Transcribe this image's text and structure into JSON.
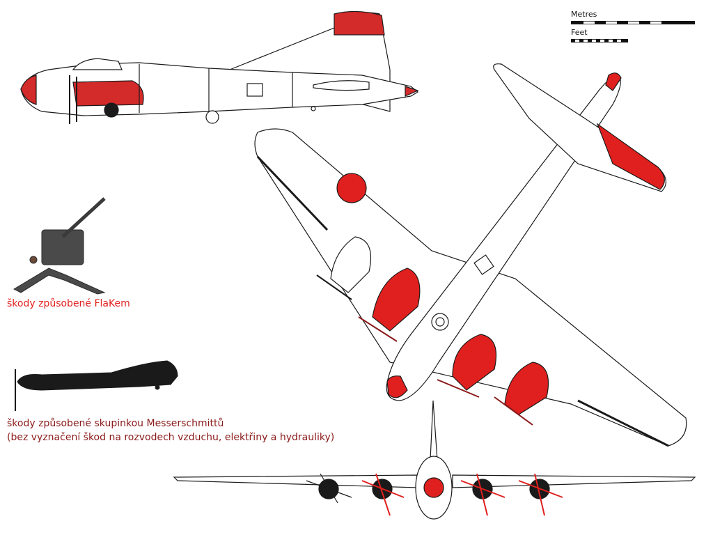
{
  "scale_bar": {
    "metres_label": "Metres",
    "feet_label": "Feet"
  },
  "legend": {
    "flak_damage": "škody způsobené FlaKem",
    "messerschmitt_damage_line1": "škody způsobené skupinkou Messerschmittů",
    "messerschmitt_damage_line2": "(bez vyznačení škod na rozvodech vzduchu, elektřiny a hydrauliky)"
  },
  "colors": {
    "flak_damage": "#e0201e",
    "messerschmitt_damage": "#8b1a1a",
    "outline": "#1a1a1a",
    "fill": "#ffffff"
  }
}
